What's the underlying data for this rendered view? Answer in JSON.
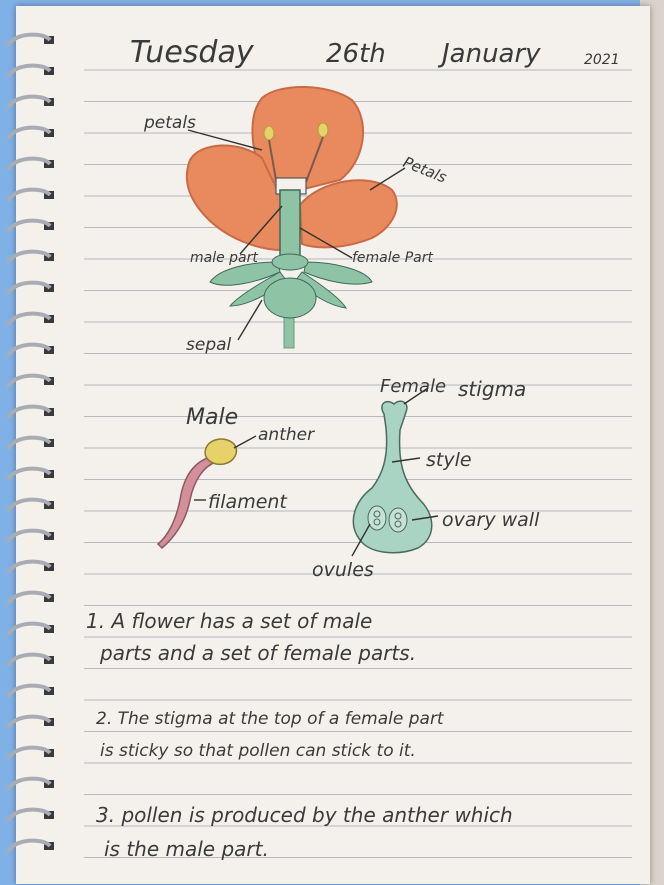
{
  "date": {
    "day": "Tuesday",
    "date": "26th",
    "month": "January",
    "year": "2021"
  },
  "diagram_flower": {
    "labels": {
      "petals_left": "petals",
      "petals_right": "Petals",
      "male_part": "male part",
      "female_part": "female Part",
      "sepal": "sepal"
    }
  },
  "diagram_parts": {
    "male": {
      "title": "Male",
      "anther": "anther",
      "filament": "filament"
    },
    "female": {
      "title": "Female",
      "stigma": "stigma",
      "style": "style",
      "ovary_wall": "ovary wall",
      "ovules": "ovules"
    }
  },
  "notes": [
    {
      "line1": "1. A flower has a set of male",
      "line2": "parts and a set of female parts."
    },
    {
      "line1": "2. The stigma at the top of a female part",
      "line2": "is sticky so that pollen can stick to it."
    },
    {
      "line1": "3. pollen is produced by the anther which",
      "line2": "is the male part."
    }
  ],
  "colors": {
    "petal": "#e88a5e",
    "petal_stroke": "#c96a45",
    "stem_green": "#8fc3a6",
    "anther_yellow": "#e6d16a",
    "filament_pink": "#d48f9a",
    "ink": "#3a3a3a",
    "line": "#b5b8bf"
  }
}
